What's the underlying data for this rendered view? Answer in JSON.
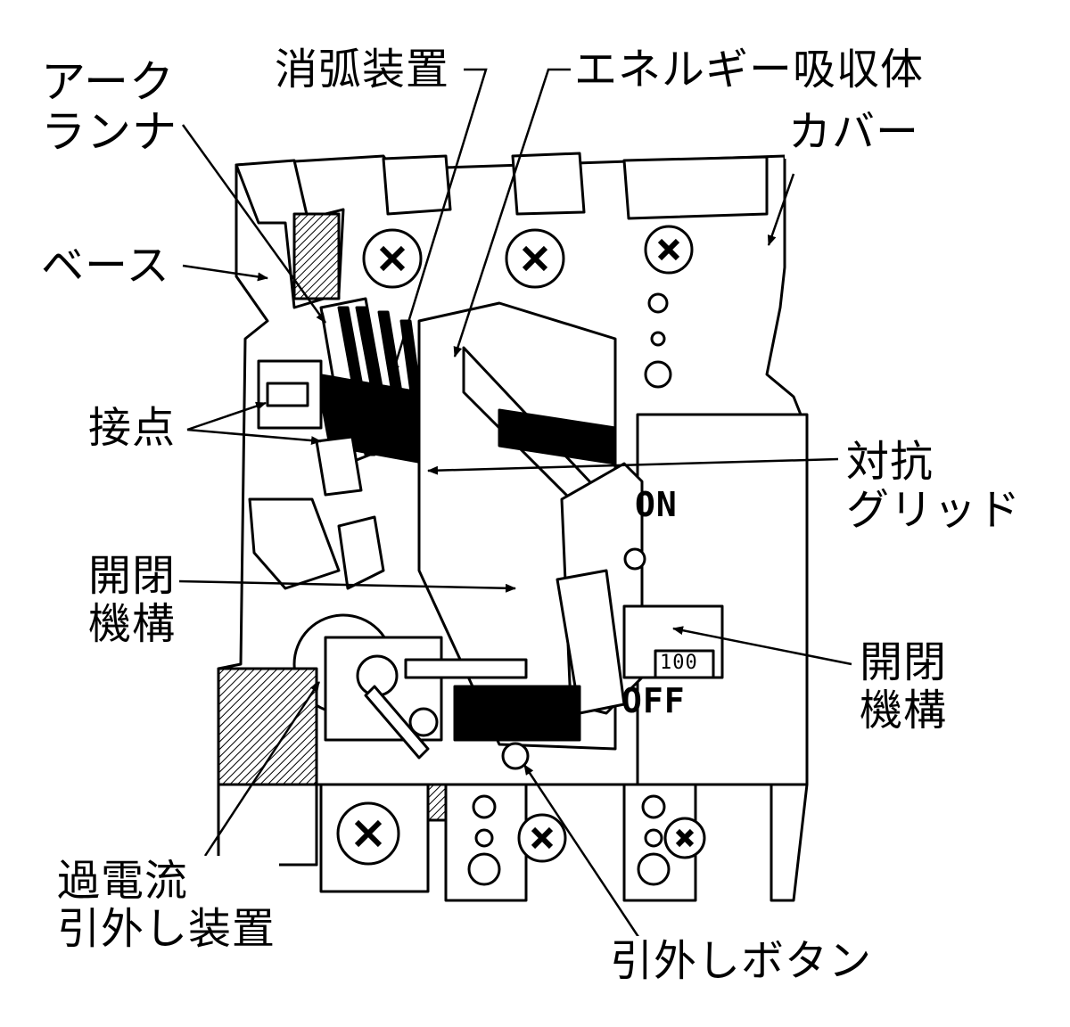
{
  "labels": {
    "arc_runner": [
      "アーク",
      "ランナ"
    ],
    "arc_extinguisher": "消弧装置",
    "energy_absorber": "エネルギー吸収体",
    "cover": "カバー",
    "base": "ベース",
    "contacts": "接点",
    "counter_grid": [
      "対抗",
      "グリッド"
    ],
    "switching_mech_left": [
      "開閉",
      "機構"
    ],
    "switching_mech_right": [
      "開閉",
      "機構"
    ],
    "overcurrent_trip": [
      "過電流",
      "引外し装置"
    ],
    "trip_button": "引外しボタン"
  },
  "panel": {
    "on": "ON",
    "off": "OFF",
    "rating": "100"
  }
}
